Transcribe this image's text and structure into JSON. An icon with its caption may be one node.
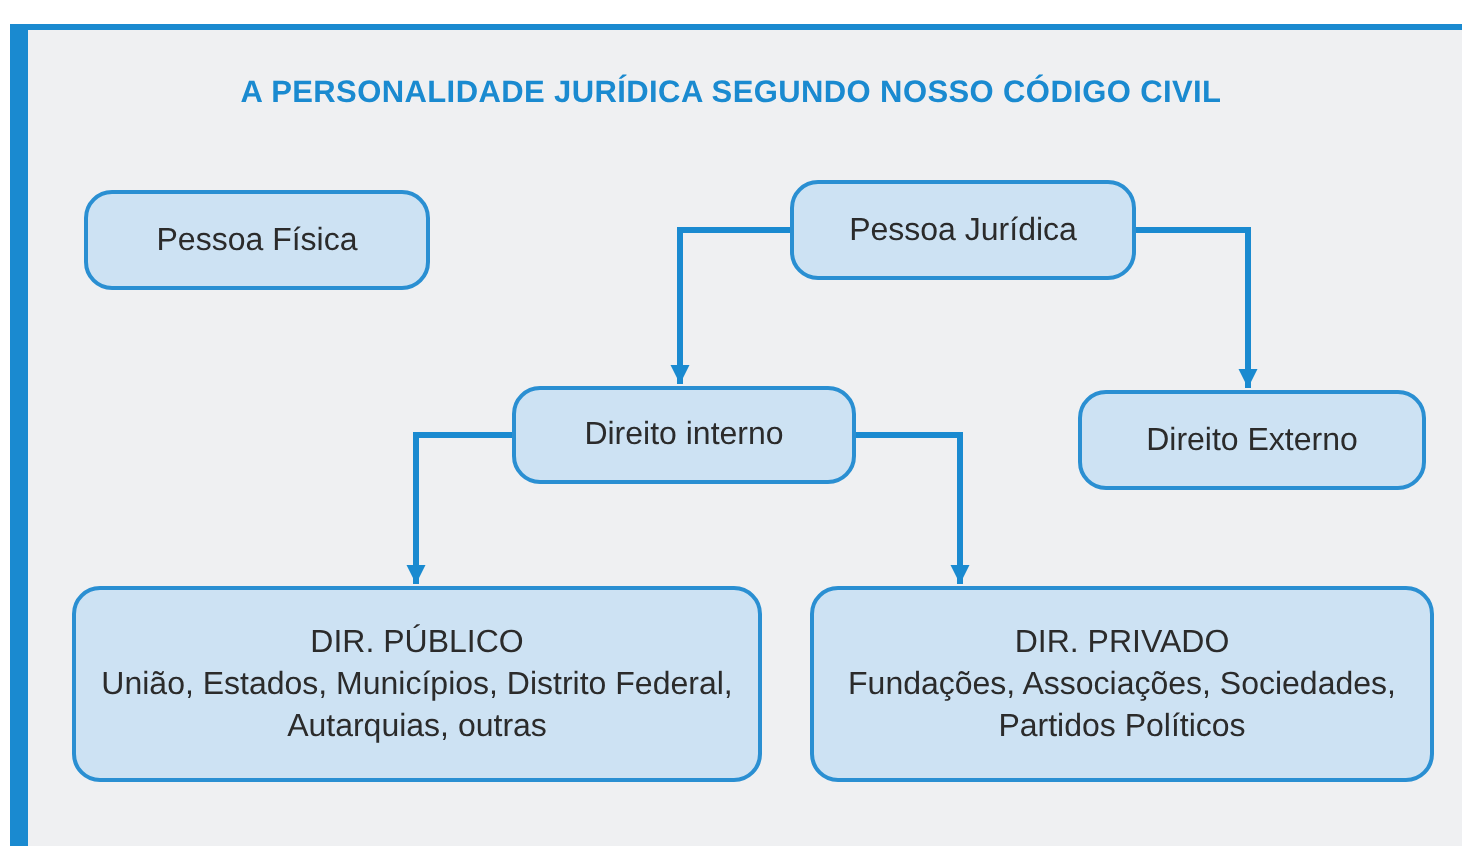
{
  "diagram": {
    "title": "A PERSONALIDADE JURÍDICA SEGUNDO NOSSO CÓDIGO CIVIL",
    "nodes": [
      {
        "text": [
          "Pessoa Física"
        ]
      },
      {
        "text": [
          "Pessoa Jurídica"
        ]
      },
      {
        "text": [
          "Direito interno"
        ]
      },
      {
        "text": [
          "Direito Externo"
        ]
      },
      {
        "text": [
          "DIR. PÚBLICO",
          "União, Estados, Municípios, Distrito Federal, Autarquias, outras"
        ]
      },
      {
        "text": [
          "DIR. PRIVADO",
          "Fundações, Associações, Sociedades, Partidos Políticos"
        ]
      }
    ],
    "edges": [
      {
        "from": 1,
        "to": 2,
        "arrow": "to"
      },
      {
        "from": 1,
        "to": 3,
        "arrow": "to"
      },
      {
        "from": 2,
        "to": 4,
        "arrow": "to"
      },
      {
        "from": 2,
        "to": 5,
        "arrow": "to"
      }
    ]
  }
}
